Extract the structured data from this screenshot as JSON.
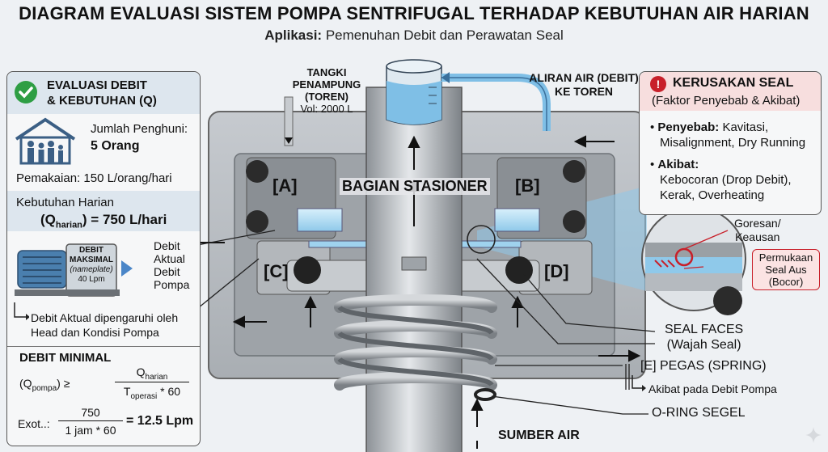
{
  "title": "DIAGRAM EVALUASI SISTEM POMPA SENTRIFUGAL TERHADAP KEBUTUHAN AIR HARIAN",
  "subtitle": {
    "prefix": "Aplikasi:",
    "text": "Pemenuhan Debit dan Perawatan Seal"
  },
  "tank": {
    "line1": "TANGKI PENAMPUNG",
    "line2": "(TOREN)",
    "volume": "Vol: 2000 L"
  },
  "flow_label": {
    "line1": "ALIRAN AIR (DEBIT)",
    "line2": "KE TOREN"
  },
  "left_panel": {
    "header_line1": "EVALUASI DEBIT",
    "header_line2": "& KEBUTUHAN (Q)",
    "residents_label": "Jumlah Penghuni:",
    "residents_value": "5 Orang",
    "usage": "Pemakaian: 150 L/orang/hari",
    "need_label": "Kebutuhan Harian",
    "need_q": "(Q",
    "need_sub": "harian",
    "need_value": ") = 750 L/hari",
    "pump_label1": "DEBIT",
    "pump_label2": "MAKSIMAL",
    "pump_label3": "(nameplate)",
    "pump_label4": "40 Lpm",
    "actual_line1": "Debit",
    "actual_line2": "Aktual",
    "actual_line3": "Debit",
    "actual_line4": "Pompa",
    "actual_note_line1": "Debit Aktual dipengaruhi oleh",
    "actual_note_line2": "Head dan Kondisi Pompa",
    "min_header": "DEBIT MINIMAL",
    "formula_lhs": "(Q",
    "formula_lhs_sub": "pompa",
    "formula_lhs_end": ") ≥",
    "formula_num": "Q",
    "formula_num_sub": "harian",
    "formula_den": "T",
    "formula_den_sub": "operasi",
    "formula_den_end": " * 60",
    "example_label": "Exot..:",
    "example_num": "750",
    "example_den": "1 jam * 60",
    "example_result": "= 12.5 Lpm"
  },
  "right_panel": {
    "header": "KERUSAKAN SEAL",
    "header_sub": "(Faktor Penyebab & Akibat)",
    "cause_label": "Penyebab:",
    "cause_line1": " Kavitasi,",
    "cause_line2": "Misalignment, Dry Running",
    "effect_label": "Akibat:",
    "effect_line1": "Kebocoran (Drop Debit),",
    "effect_line2": "Kerak, Overheating",
    "scratch_line1": "Goresan/",
    "scratch_line2": "Keausan",
    "worn_line1": "Permukaan",
    "worn_line2": "Seal Aus",
    "worn_line3": "(Bocor)"
  },
  "parts": {
    "a": "[A]",
    "b": "[B]",
    "c": "[C]",
    "d": "[D]",
    "stationary": "BAGIAN STASIONER",
    "seal_faces_line1": "SEAL FACES",
    "seal_faces_line2": "(Wajah Seal)",
    "spring": "[E] PEGAS (SPRING)",
    "spring_note": "Akibat pada Debit Pompa",
    "oring": "O-RING SEGEL",
    "source": "SUMBER AIR"
  },
  "colors": {
    "green": "#2e9e44",
    "red": "#c8202a",
    "water": "#7fbfe6",
    "accent_blue": "#4a86c8",
    "steel": "#b9bdc2"
  }
}
